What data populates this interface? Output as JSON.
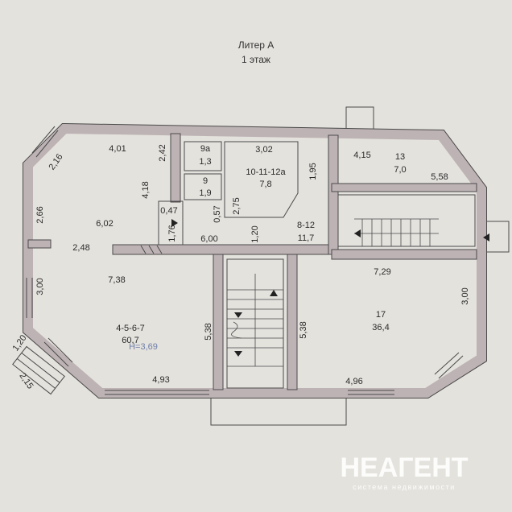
{
  "title": {
    "line1": "Литер А",
    "line2": "1 этаж"
  },
  "colors": {
    "background": "#e4e2dd",
    "wall": "#bdb3b5",
    "outline": "#4a4a4a",
    "height_text": "#6f7fa8"
  },
  "rooms": [
    {
      "id": "4-5-6-7",
      "number": "4-5-6-7",
      "area": "60,7",
      "height": "Н=3,69"
    },
    {
      "id": "9a",
      "number": "9а",
      "area": "1,3"
    },
    {
      "id": "9",
      "number": "9",
      "area": "1,9"
    },
    {
      "id": "10-11-12a",
      "number": "10-11-12а",
      "area": "7,8"
    },
    {
      "id": "8-12",
      "number": "8-12",
      "area": "11,7"
    },
    {
      "id": "13",
      "number": "13",
      "area": "7,0"
    },
    {
      "id": "17",
      "number": "17",
      "area": "36,4"
    }
  ],
  "dimensions": [
    "4,01",
    "2,42",
    "2,16",
    "4,18",
    "2,66",
    "6,02",
    "2,48",
    "0,47",
    "1,76",
    "0,57",
    "2,75",
    "3,02",
    "6,00",
    "1,20",
    "1,95",
    "4,15",
    "5,58",
    "7,38",
    "3,00",
    "5,38",
    "4,93",
    "1,20",
    "2,15",
    "7,29",
    "5,38",
    "3,00",
    "4,96"
  ],
  "watermark": {
    "brand": "НЕАГЕНТ",
    "tagline": "система недвижимости"
  }
}
